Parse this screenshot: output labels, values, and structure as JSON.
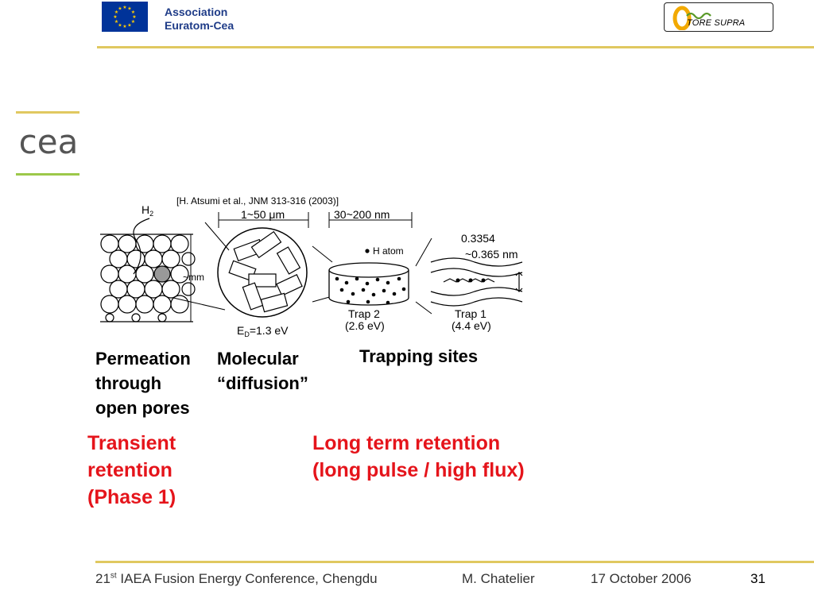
{
  "header": {
    "association_line1": "Association",
    "association_line2": "Euratom-Cea",
    "logo_text": "TORE SUPRA"
  },
  "cea_logo_text": "cea",
  "citation": "[H. Atsumi et al., JNM 313-316 (2003)]",
  "figure": {
    "h2": "H",
    "h2_sub": "2",
    "dim_1_50": "1~50 μm",
    "dim_30_200": "30~200 nm",
    "mm": "~mm",
    "ed_label": "E",
    "ed_sub": "D",
    "ed_value": "=1.3 eV",
    "h_atom": "H atom",
    "spacing1": "0.3354",
    "spacing2": "~0.365 nm",
    "trap2_line1": "Trap 2",
    "trap2_line2": "(2.6 eV)",
    "trap1_line1": "Trap 1",
    "trap1_line2": "(4.4 eV)"
  },
  "labels": {
    "permeation": [
      "Permeation",
      "through",
      "open pores"
    ],
    "molecular": [
      "Molecular",
      "“diffusion”"
    ],
    "trapping": "Trapping sites"
  },
  "retention": {
    "transient": [
      "Transient",
      "retention",
      "(Phase 1)"
    ],
    "long_term": [
      "Long term retention",
      "(long pulse / high flux)"
    ]
  },
  "footer": {
    "conf_pre": "21",
    "conf_sup": "st",
    "conf_rest": " IAEA Fusion Energy Conference, Chengdu",
    "author": "M. Chatelier",
    "date": "17 October 2006",
    "page": "31"
  },
  "colors": {
    "accent_yellow": "#e0c860",
    "accent_green": "#9cc84a",
    "association_blue": "#1f3c88",
    "retention_red": "#e5141b",
    "eu_blue": "#003399"
  }
}
